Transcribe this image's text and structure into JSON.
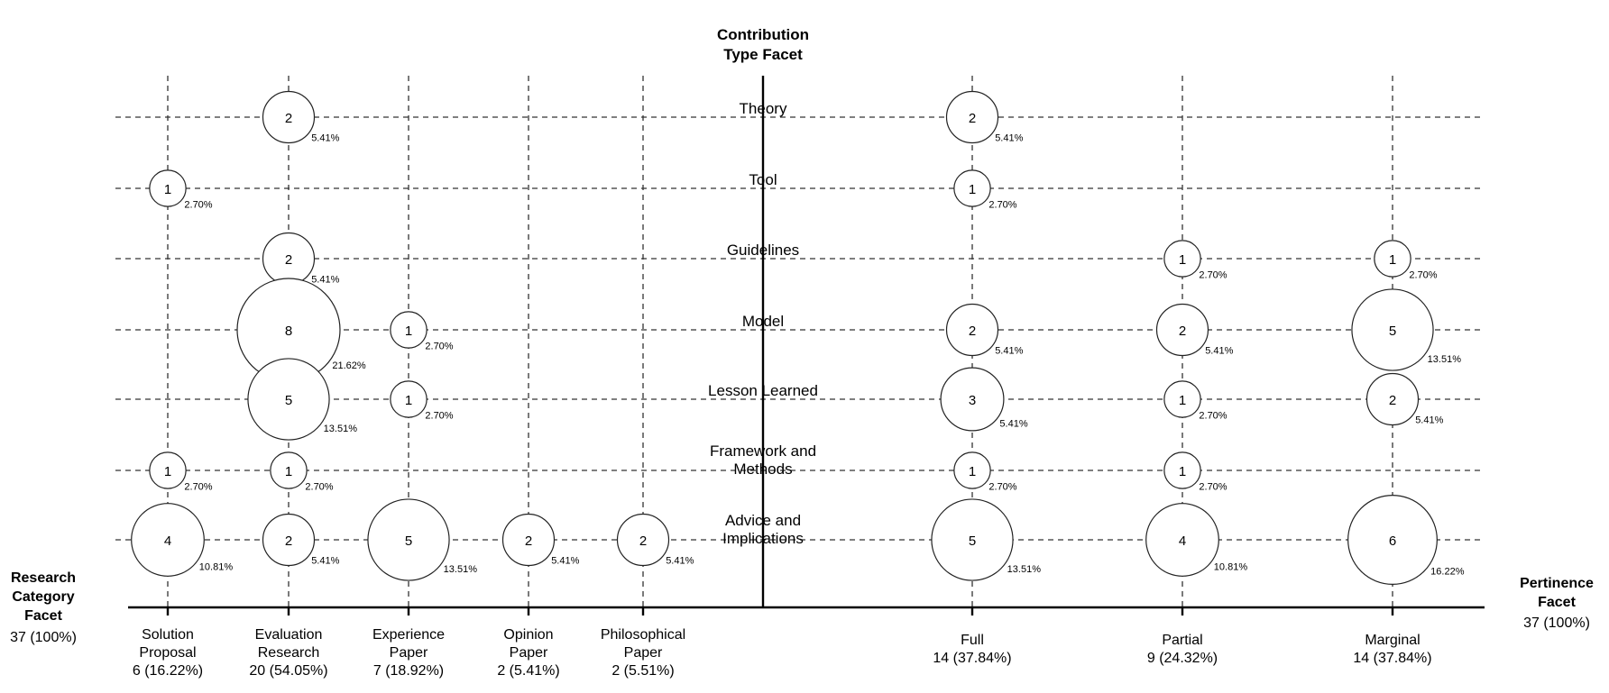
{
  "chart_data": {
    "type": "bubble-map",
    "title": [
      "Contribution",
      "Type Facet"
    ],
    "left_axis": {
      "title": [
        "Research",
        "Category",
        "Facet"
      ],
      "total": "37 (100%)",
      "categories": [
        {
          "label": [
            "Solution",
            "Proposal"
          ],
          "summary": "6 (16.22%)"
        },
        {
          "label": [
            "Evaluation",
            "Research"
          ],
          "summary": "20 (54.05%)"
        },
        {
          "label": [
            "Experience",
            "Paper"
          ],
          "summary": "7 (18.92%)"
        },
        {
          "label": [
            "Opinion",
            "Paper"
          ],
          "summary": "2 (5.41%)"
        },
        {
          "label": [
            "Philosophical",
            "Paper"
          ],
          "summary": "2 (5.51%)"
        }
      ]
    },
    "right_axis": {
      "title": [
        "Pertinence",
        "Facet"
      ],
      "total": "37 (100%)",
      "categories": [
        {
          "label": [
            "Full"
          ],
          "summary": "14 (37.84%)"
        },
        {
          "label": [
            "Partial"
          ],
          "summary": "9 (24.32%)"
        },
        {
          "label": [
            "Marginal"
          ],
          "summary": "14 (37.84%)"
        }
      ]
    },
    "rows": [
      [
        "Theory"
      ],
      [
        "Tool"
      ],
      [
        "Guidelines"
      ],
      [
        "Model"
      ],
      [
        "Lesson Learned"
      ],
      [
        "Framework and",
        "Methods"
      ],
      [
        "Advice and",
        "Implications"
      ]
    ],
    "left_bubbles": [
      {
        "col": 1,
        "row": 0,
        "value": 2,
        "pct": "5.41%"
      },
      {
        "col": 0,
        "row": 1,
        "value": 1,
        "pct": "2.70%"
      },
      {
        "col": 1,
        "row": 2,
        "value": 2,
        "pct": "5.41%"
      },
      {
        "col": 1,
        "row": 3,
        "value": 8,
        "pct": "21.62%"
      },
      {
        "col": 2,
        "row": 3,
        "value": 1,
        "pct": "2.70%"
      },
      {
        "col": 1,
        "row": 4,
        "value": 5,
        "pct": "13.51%"
      },
      {
        "col": 2,
        "row": 4,
        "value": 1,
        "pct": "2.70%"
      },
      {
        "col": 0,
        "row": 5,
        "value": 1,
        "pct": "2.70%"
      },
      {
        "col": 1,
        "row": 5,
        "value": 1,
        "pct": "2.70%"
      },
      {
        "col": 0,
        "row": 6,
        "value": 4,
        "pct": "10.81%"
      },
      {
        "col": 1,
        "row": 6,
        "value": 2,
        "pct": "5.41%"
      },
      {
        "col": 2,
        "row": 6,
        "value": 5,
        "pct": "13.51%"
      },
      {
        "col": 3,
        "row": 6,
        "value": 2,
        "pct": "5.41%"
      },
      {
        "col": 4,
        "row": 6,
        "value": 2,
        "pct": "5.41%"
      }
    ],
    "right_bubbles": [
      {
        "col": 0,
        "row": 0,
        "value": 2,
        "pct": "5.41%"
      },
      {
        "col": 0,
        "row": 1,
        "value": 1,
        "pct": "2.70%"
      },
      {
        "col": 1,
        "row": 2,
        "value": 1,
        "pct": "2.70%"
      },
      {
        "col": 2,
        "row": 2,
        "value": 1,
        "pct": "2.70%"
      },
      {
        "col": 0,
        "row": 3,
        "value": 2,
        "pct": "5.41%"
      },
      {
        "col": 1,
        "row": 3,
        "value": 2,
        "pct": "5.41%"
      },
      {
        "col": 2,
        "row": 3,
        "value": 5,
        "pct": "13.51%"
      },
      {
        "col": 0,
        "row": 4,
        "value": 3,
        "pct": "5.41%"
      },
      {
        "col": 1,
        "row": 4,
        "value": 1,
        "pct": "2.70%"
      },
      {
        "col": 2,
        "row": 4,
        "value": 2,
        "pct": "5.41%"
      },
      {
        "col": 0,
        "row": 5,
        "value": 1,
        "pct": "2.70%"
      },
      {
        "col": 1,
        "row": 5,
        "value": 1,
        "pct": "2.70%"
      },
      {
        "col": 0,
        "row": 6,
        "value": 5,
        "pct": "13.51%"
      },
      {
        "col": 1,
        "row": 6,
        "value": 4,
        "pct": "10.81%"
      },
      {
        "col": 2,
        "row": 6,
        "value": 6,
        "pct": "16.22%"
      }
    ]
  }
}
